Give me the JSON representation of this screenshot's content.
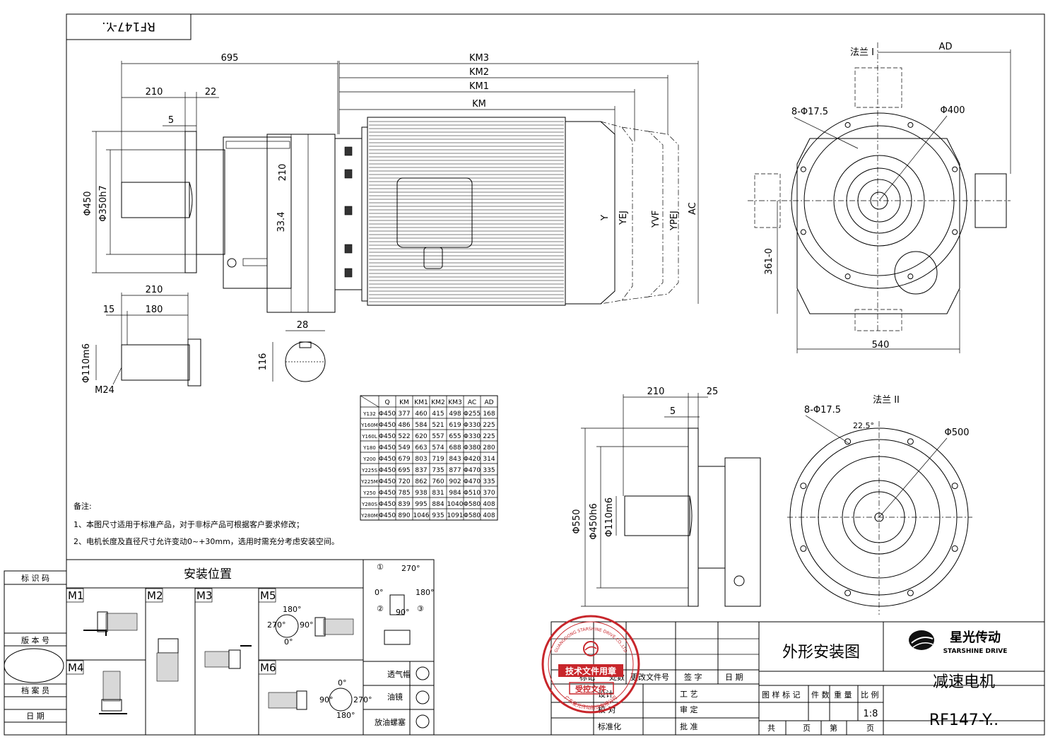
{
  "drawing": {
    "top_code": "RF147-Y..",
    "title_main": "外形安装图",
    "product_name": "减速电机",
    "model": "RF147-Y..",
    "scale": "1:8",
    "brand_cn": "星光传动",
    "brand_en": "STARSHINE DRIVE",
    "stamp_main": "技术文件用章",
    "stamp_sub": "受控文件",
    "stamp_ring_top": "GUANGDONG STARSHINE DRIVE CO.,LTD",
    "stamp_ring_bottom": "广东星光传动股份有限公司"
  },
  "dims": {
    "d695": "695",
    "d210a": "210",
    "d22": "22",
    "d5a": "5",
    "d450": "Φ450",
    "d350": "Φ350h7",
    "d210v": "210",
    "d334": "33.4",
    "d210b": "210",
    "d180": "180",
    "d15": "15",
    "d110": "Φ110m6",
    "m24": "M24",
    "d28": "28",
    "d116": "116",
    "km3": "KM3",
    "km2": "KM2",
    "km1": "KM1",
    "km": "KM",
    "y": "Y",
    "yej": "YEJ",
    "yvf": "YVF",
    "ypej": "YPEJ",
    "ac": "AC",
    "flange1": "法兰 I",
    "ad": "AD",
    "bolts1": "8-Φ17.5",
    "d400": "Φ400",
    "h361": "361-0",
    "d540": "540",
    "d210c": "210",
    "d25": "25",
    "d5b": "5",
    "d550": "Φ550",
    "d450h6": "Φ450h6",
    "d110b": "Φ110m6",
    "flange2": "法兰 II",
    "bolts2": "8-Φ17.5",
    "ang": "22.5°",
    "d500": "Φ500"
  },
  "notes": {
    "heading": "备注:",
    "n1": "1、本图尺寸适用于标准产品，对于非标产品可根据客户要求修改；",
    "n2": "2、电机长度及直径尺寸允许变动0~+30mm，选用时需充分考虑安装空间。"
  },
  "dim_table": {
    "headers": [
      "",
      "Q",
      "KM",
      "KM1",
      "KM2",
      "KM3",
      "AC",
      "AD"
    ],
    "rows": [
      [
        "Y132",
        "Φ450",
        "377",
        "460",
        "415",
        "498",
        "Φ255",
        "168"
      ],
      [
        "Y160M",
        "Φ450",
        "486",
        "584",
        "521",
        "619",
        "Φ330",
        "225"
      ],
      [
        "Y160L",
        "Φ450",
        "522",
        "620",
        "557",
        "655",
        "Φ330",
        "225"
      ],
      [
        "Y180",
        "Φ450",
        "549",
        "663",
        "574",
        "688",
        "Φ380",
        "280"
      ],
      [
        "Y200",
        "Φ450",
        "679",
        "803",
        "719",
        "843",
        "Φ420",
        "314"
      ],
      [
        "Y225S",
        "Φ450",
        "695",
        "837",
        "735",
        "877",
        "Φ470",
        "335"
      ],
      [
        "Y225M",
        "Φ450",
        "720",
        "862",
        "760",
        "902",
        "Φ470",
        "335"
      ],
      [
        "Y250",
        "Φ450",
        "785",
        "938",
        "831",
        "984",
        "Φ510",
        "370"
      ],
      [
        "Y280S",
        "Φ450",
        "839",
        "995",
        "884",
        "1040",
        "Φ580",
        "408"
      ],
      [
        "Y280M",
        "Φ450",
        "890",
        "1046",
        "935",
        "1091",
        "Φ580",
        "408"
      ]
    ]
  },
  "mounting": {
    "title": "安装位置",
    "positions": [
      "M1",
      "M2",
      "M3",
      "M4",
      "M5",
      "M6"
    ],
    "angle_0": "0°",
    "angle_90": "90°",
    "angle_180": "180°",
    "angle_270": "270°",
    "circ_1": "①",
    "circ_2": "②",
    "circ_3": "③",
    "legend": [
      "透气帽",
      "油镜",
      "放油螺塞"
    ]
  },
  "left_strip": {
    "id_code": "标 识 码",
    "version": "版 本 号",
    "archivist": "档 案 员",
    "date": "日    期"
  },
  "title_block": {
    "mark": "标记",
    "count": "处数",
    "change_doc": "更改文件号",
    "signature": "签  字",
    "date": "日  期",
    "design": "设计",
    "process": "工  艺",
    "check": "校  对",
    "review": "审  定",
    "standard": "标准化",
    "approve": "批  准",
    "col_drawing": "图 样 标 记",
    "col_pieces": "件 数",
    "col_weight": "重 量",
    "col_scale": "比 例",
    "total": "共",
    "sheet1": "页",
    "nth": "第",
    "sheet2": "页"
  }
}
